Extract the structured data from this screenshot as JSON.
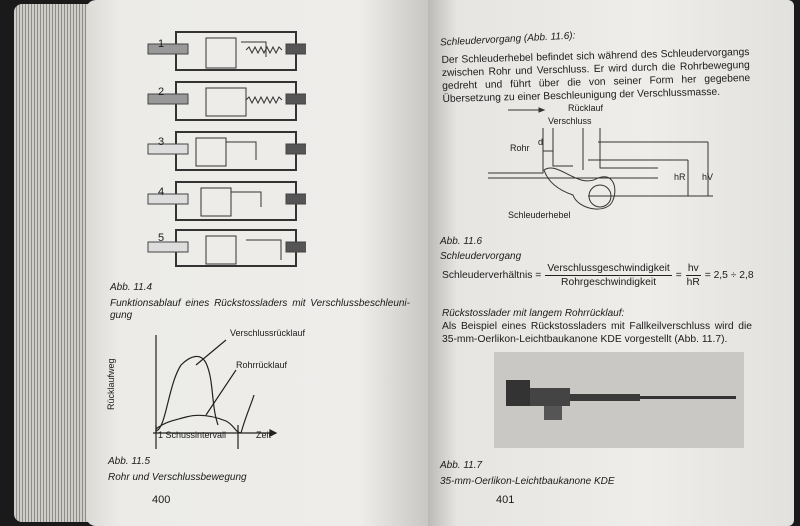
{
  "left_page": {
    "figure_labels": [
      "1",
      "2",
      "3",
      "4",
      "5"
    ],
    "fig_11_4": {
      "number": "Abb. 11.4",
      "caption": "Funktionsablauf eines Rückstossladers mit Verschlussbeschleuni-gung"
    },
    "fig_11_5": {
      "number": "Abb. 11.5",
      "caption": "Rohr und Verschlussbewegung",
      "y_label": "Rücklaufweg",
      "x_label": "Zeit",
      "label_breech": "Verschlussrücklauf",
      "label_barrel": "Rohrrücklauf",
      "interval": "1 Schussintervall"
    },
    "page_number": "400"
  },
  "right_page": {
    "heading1": "Schleudervorgang (Abb. 11.6):",
    "para1": "Der Schleuderhebel befindet sich während des Schleudervorgangs zwischen Rohr und Verschluss. Er wird durch die Rohrbewegung gedreht und führt über die von seiner Form her gegebene Übersetzung zu einer Beschleunigung der Verschlussmasse.",
    "fig_11_6": {
      "ruecklauf": "Rücklauf",
      "verschluss": "Verschluss",
      "rohr": "Rohr",
      "d": "d",
      "hR": "hR",
      "hV": "hV",
      "hebel": "Schleuderhebel",
      "number": "Abb. 11.6",
      "caption": "Schleudervorgang"
    },
    "formula": {
      "lhs": "Schleuderverhältnis =",
      "numerator": "Verschlussgeschwindigkeit",
      "denominator": "Rohrgeschwindigkeit",
      "eq": "=",
      "num2": "hv",
      "den2": "hR",
      "result": "= 2,5 ÷ 2,8"
    },
    "heading2": "Rückstosslader mit langem Rohrrücklauf:",
    "para2": "Als Beispiel eines Rückstossladers mit Fallkeilverschluss wird die 35-mm-Oerlikon-Leichtbaukanone KDE vorgestellt (Abb. 11.7).",
    "fig_11_7": {
      "number": "Abb. 11.7",
      "caption": "35-mm-Oerlikon-Leichtbaukanone KDE"
    },
    "page_number": "401"
  }
}
